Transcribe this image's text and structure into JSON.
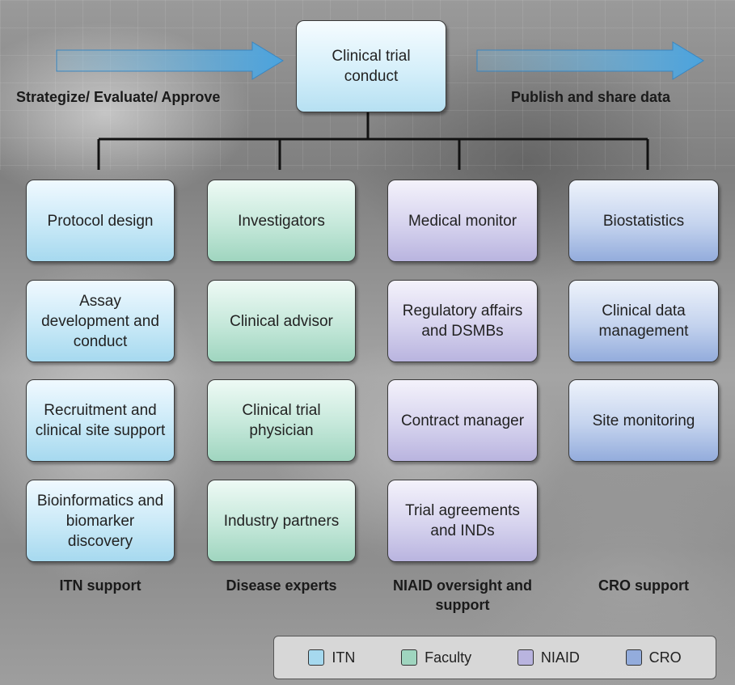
{
  "top_box": "Clinical trial\nconduct",
  "left_flow": "Strategize/ Evaluate/ Approve",
  "right_flow": "Publish and share data",
  "columns": [
    {
      "caption": "ITN support",
      "items": [
        "Protocol design",
        "Assay development and conduct",
        "Recruitment and clinical site support",
        "Bioinformatics and biomarker discovery"
      ]
    },
    {
      "caption": "Disease experts",
      "items": [
        "Investigators",
        "Clinical advisor",
        "Clinical trial physician",
        "Industry partners"
      ]
    },
    {
      "caption": "NIAID oversight and support",
      "items": [
        "Medical monitor",
        "Regulatory affairs and DSMBs",
        "Contract manager",
        "Trial agreements and INDs"
      ]
    },
    {
      "caption": "CRO support",
      "items": [
        "Biostatistics",
        "Clinical data management",
        "Site monitoring"
      ]
    }
  ],
  "legend": [
    {
      "label": "ITN",
      "color": "#a6d9ef"
    },
    {
      "label": "Faculty",
      "color": "#9fd5bf"
    },
    {
      "label": "NIAID",
      "color": "#b9b4df"
    },
    {
      "label": "CRO",
      "color": "#93acdc"
    }
  ]
}
